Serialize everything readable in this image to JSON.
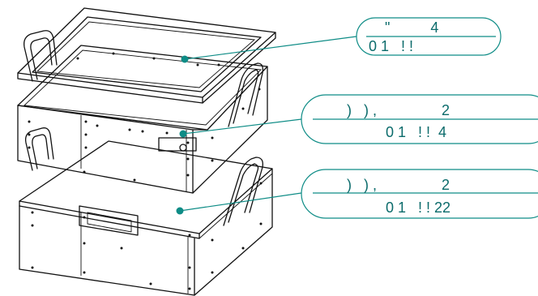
{
  "callouts": [
    {
      "line1": "\"          4",
      "line2": "0 1   ! !"
    },
    {
      "line1": ")   ) ,                2",
      "line2": "0 1   ! !  4"
    },
    {
      "line1": ")   ) ,                2",
      "line2": "0 1   ! ! 22"
    }
  ],
  "colors": {
    "accent": "#0e8c86",
    "ink": "#111111"
  }
}
